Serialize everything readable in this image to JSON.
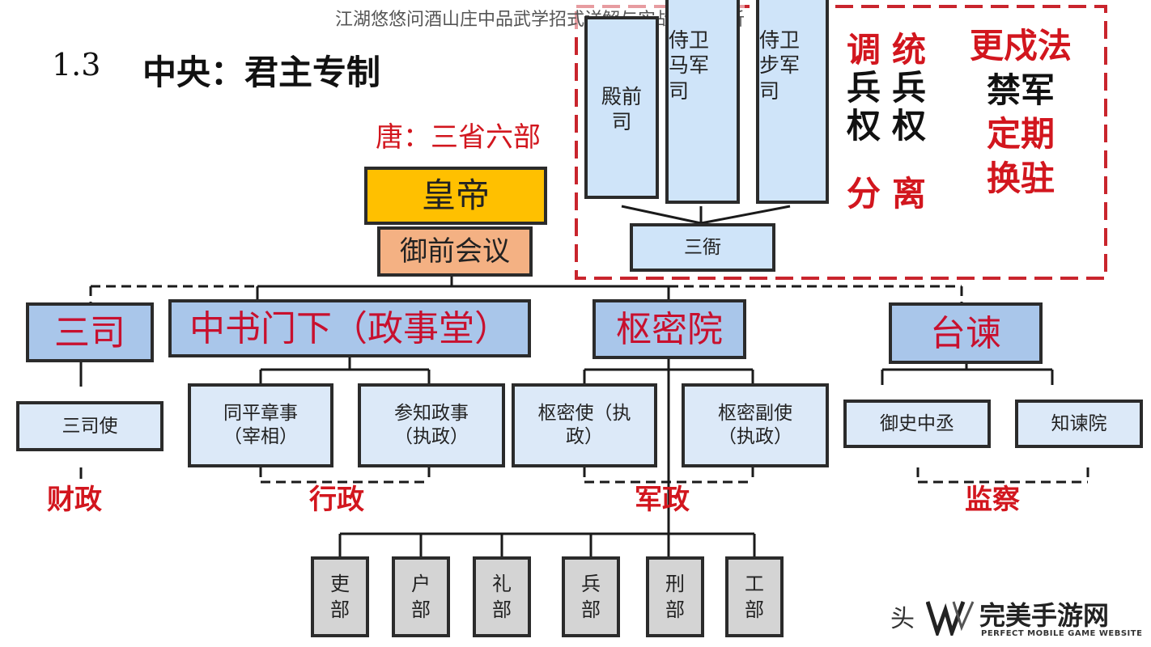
{
  "watermark": "江湖悠悠问酒山庄中品武学招式详解与实战效果全析",
  "section": {
    "number": "1.3",
    "title": "中央：君主专制"
  },
  "tang_note": "唐：三省六部",
  "emperor": "皇帝",
  "council": "御前会议",
  "headers": {
    "sansi": "三司",
    "zhongshu": "中书门下（政事堂）",
    "shumi": "枢密院",
    "taijian": "台谏"
  },
  "subs": {
    "sansishi": "三司使",
    "tongping": [
      "同平章事",
      "（宰相）"
    ],
    "canzhi": [
      "参知政事",
      "（执政）"
    ],
    "shumishi": [
      "枢密使（执",
      "政）"
    ],
    "shumifu": [
      "枢密副使",
      "（执政）"
    ],
    "yushi": "御史中丞",
    "zhijian": "知谏院"
  },
  "function_labels": {
    "finance": "财政",
    "admin": "行政",
    "military": "军政",
    "supervise": "监察"
  },
  "ministries": [
    [
      "吏",
      "部"
    ],
    [
      "户",
      "部"
    ],
    [
      "礼",
      "部"
    ],
    [
      "兵",
      "部"
    ],
    [
      "刑",
      "部"
    ],
    [
      "工",
      "部"
    ]
  ],
  "guards": {
    "dianqian": [
      "殿前",
      "司"
    ],
    "mabu": [
      "侍卫",
      "马军",
      "司"
    ],
    "bujun": [
      "侍卫",
      "步军",
      "司"
    ],
    "sanya": "三衙"
  },
  "military_notes": {
    "col1": [
      "调",
      "兵",
      "权"
    ],
    "col2": [
      "统",
      "兵",
      "权"
    ],
    "separation": "分离",
    "col3": [
      "更戍法",
      "禁军",
      "定期",
      "换驻"
    ]
  },
  "logo": {
    "toutiao": "头",
    "brand": "完美手游网",
    "tagline": "PERFECT MOBILE GAME WEBSITE"
  },
  "colors": {
    "red": "#d2161e",
    "header_bg": "#a9c6ea",
    "emperor_bg": "#ffc000",
    "council_bg": "#f4b183"
  }
}
